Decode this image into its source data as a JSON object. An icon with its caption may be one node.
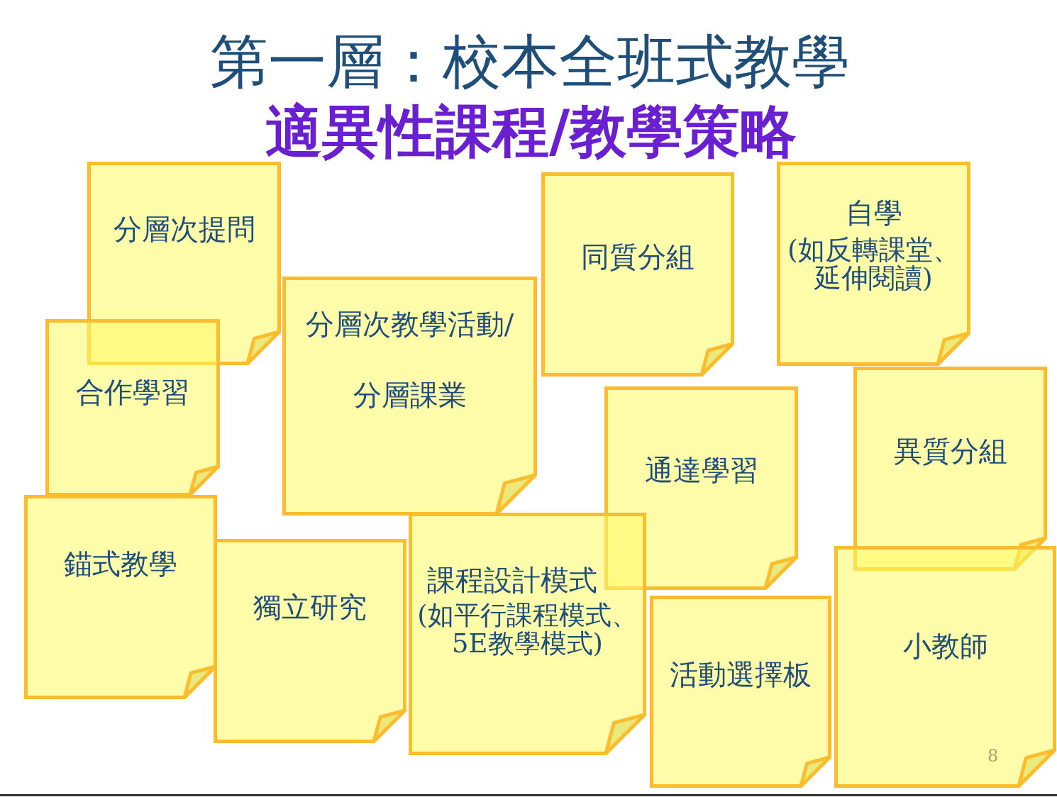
{
  "diagram": {
    "title": "第一層：校本全班式教學",
    "nodes": [
      {
        "text": [
          "分層次提問"
        ]
      },
      {
        "text": [
          "同質分組"
        ]
      },
      {
        "text": [
          "自學",
          "(如反轉課堂、延伸閱讀)"
        ]
      },
      {
        "text": [
          "合作學習"
        ]
      },
      {
        "text": [
          "分層次教學活動/",
          "分層課業"
        ]
      },
      {
        "text": [
          "通達學習"
        ]
      },
      {
        "text": [
          "異質分組"
        ]
      },
      {
        "text": [
          "錨式教學"
        ]
      },
      {
        "text": [
          "獨立研究"
        ]
      },
      {
        "text": [
          "課程設計模式",
          "(如平行課程模式、5E教學模式)"
        ]
      },
      {
        "text": [
          "活動選擇板"
        ]
      },
      {
        "text": [
          "小教師"
        ]
      }
    ],
    "labels": [
      "適異性課程/教學策略",
      "8"
    ]
  }
}
